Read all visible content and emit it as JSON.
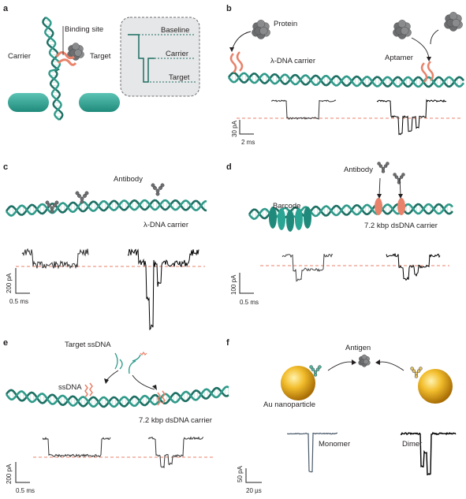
{
  "colors": {
    "dna": "#2f9a8a",
    "dna_dark": "#1d6f63",
    "orange": "#e8826a",
    "protein": "#6d6e70",
    "trace": "#333333",
    "baseline": "#e8826a",
    "gold": "#e5a81c",
    "pore": "#2aa493",
    "inset_bg": "#e6e7e8"
  },
  "panels": {
    "a": {
      "letter": "a",
      "binding_site": "Binding site",
      "carrier": "Carrier",
      "target": "Target",
      "inset": {
        "baseline": "Baseline",
        "carrier": "Carrier",
        "target": "Target"
      }
    },
    "b": {
      "letter": "b",
      "protein": "Protein",
      "carrier": "λ-DNA carrier",
      "aptamer": "Aptamer",
      "scale_y": "30 pA",
      "scale_x": "2 ms"
    },
    "c": {
      "letter": "c",
      "antibody": "Antibody",
      "carrier": "λ-DNA carrier",
      "scale_y": "200 pA",
      "scale_x": "0.5 ms"
    },
    "d": {
      "letter": "d",
      "antibody": "Antibody",
      "barcode": "Barcode",
      "carrier": "7.2 kbp dsDNA carrier",
      "scale_y": "100 pA",
      "scale_x": "0.5 ms"
    },
    "e": {
      "letter": "e",
      "target": "Target ssDNA",
      "ssdna": "ssDNA",
      "carrier": "7.2 kbp dsDNA carrier",
      "scale_y": "200 pA",
      "scale_x": "0.5 ms"
    },
    "f": {
      "letter": "f",
      "antigen": "Antigen",
      "au": "Au nanoparticle",
      "monomer": "Monomer",
      "dimer": "Dimer",
      "scale_y": "50 pA",
      "scale_x": "20 µs"
    }
  }
}
